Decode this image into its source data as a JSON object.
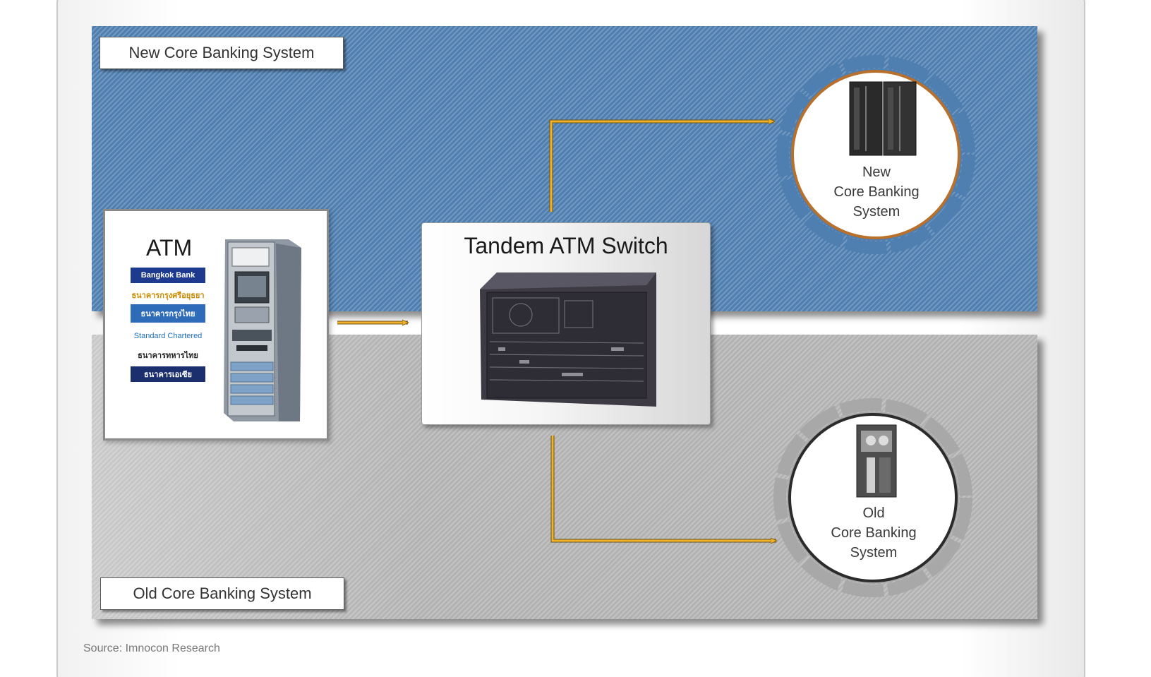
{
  "bands": {
    "new_label": "New Core Banking System",
    "old_label": "Old Core Banking System"
  },
  "atm": {
    "title": "ATM",
    "logos": [
      "Bangkok Bank",
      "ธนาคารกรุงศรีอยุธยา",
      "ธนาคารกรุงไทย",
      "Standard Chartered",
      "ธนาคารทหารไทย",
      "ธนาคารเอเซีย"
    ]
  },
  "switch": {
    "title": "Tandem ATM Switch"
  },
  "new_system": {
    "line1": "New",
    "line2": "Core Banking",
    "line3": "System"
  },
  "old_system": {
    "line1": "Old",
    "line2": "Core Banking",
    "line3": "System"
  },
  "source": "Source: Imnocon Research",
  "colors": {
    "new_band": "#4f7fb0",
    "old_band": "#b2b2b2",
    "arrow": "#f2b12b",
    "new_ring": "#4f7fb0",
    "new_ring_border": "#b8702a",
    "old_ring": "#a8a8a8"
  }
}
